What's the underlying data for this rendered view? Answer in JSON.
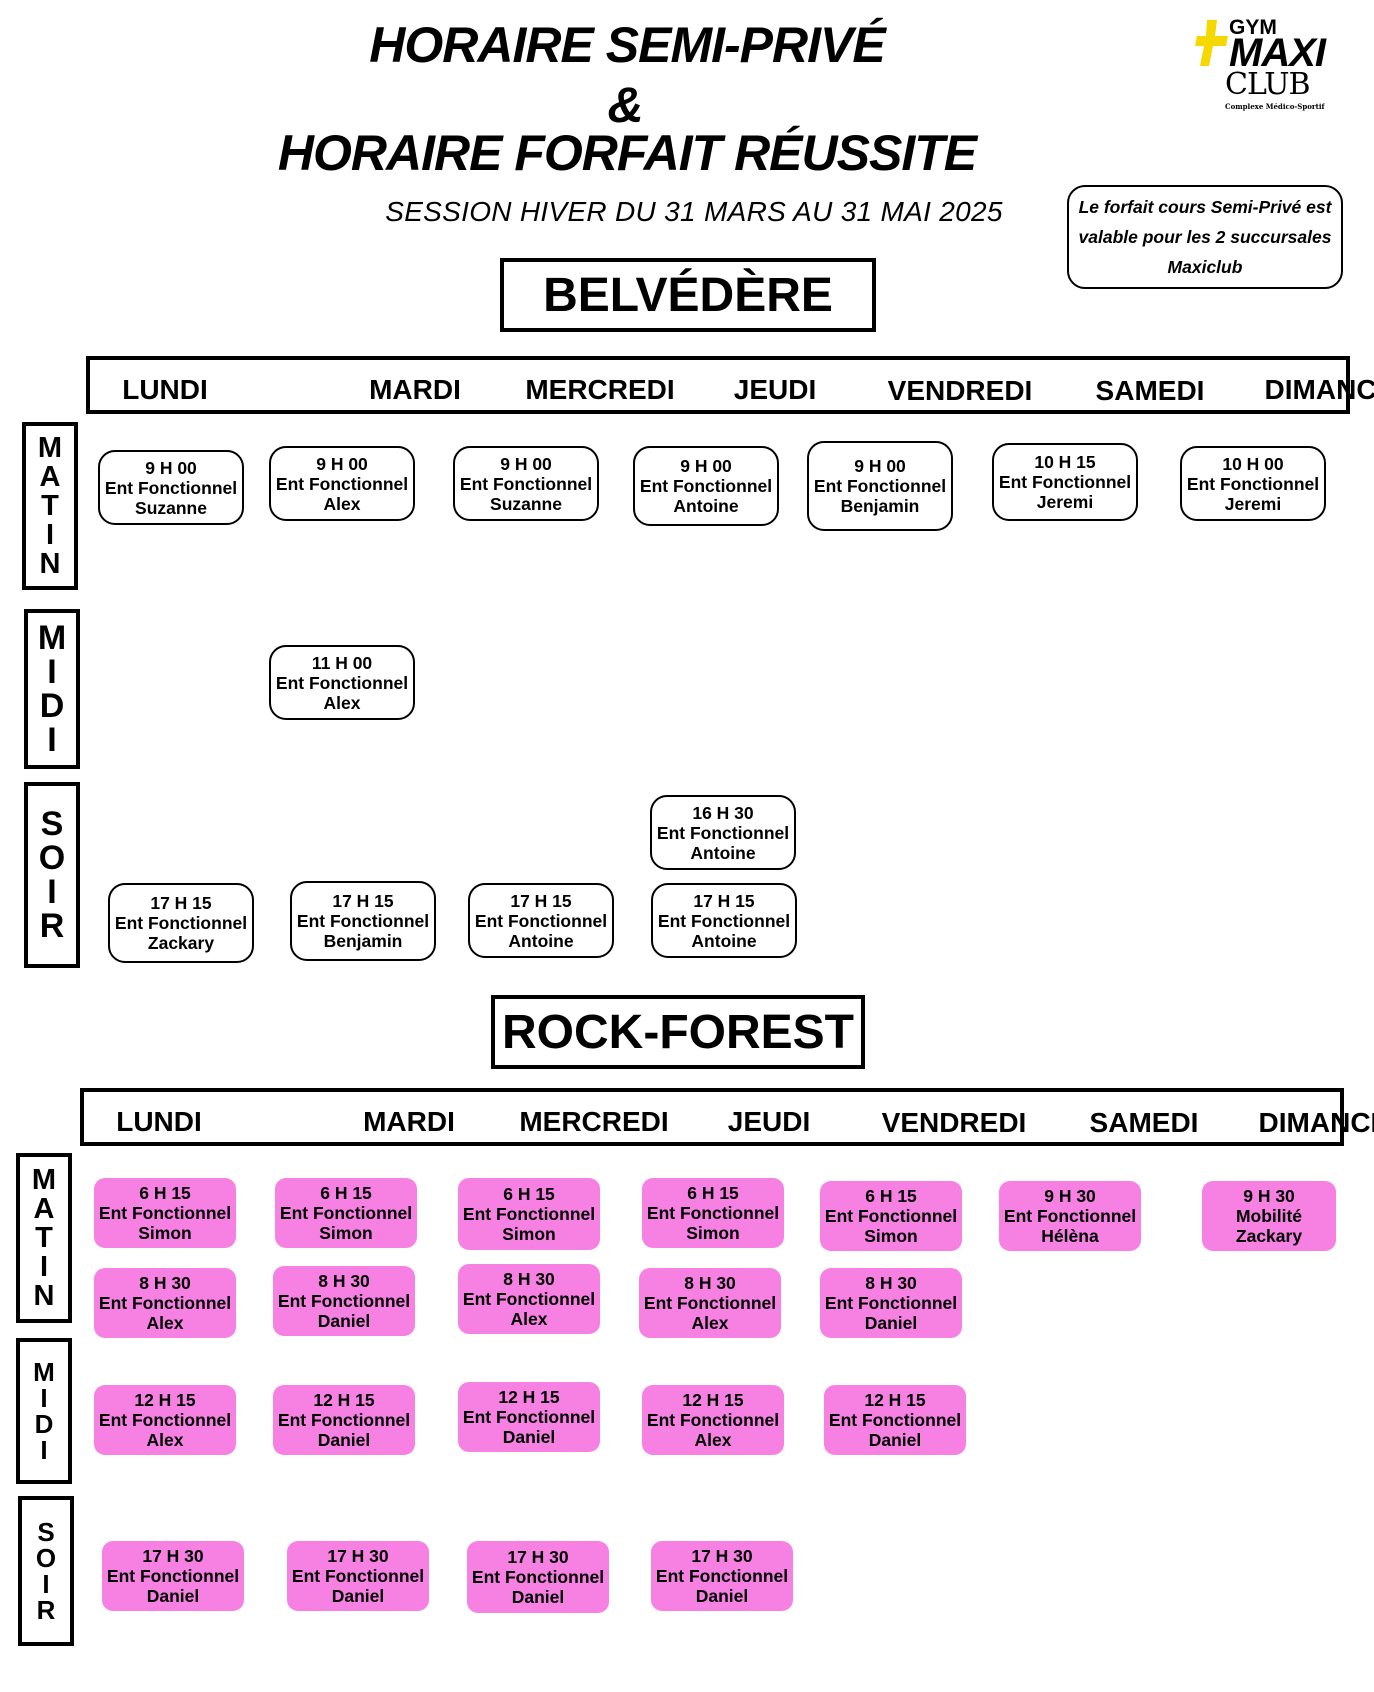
{
  "header": {
    "title_line1": "HORAIRE SEMI-PRIVÉ",
    "title_line2": "&",
    "title_line3": "HORAIRE FORFAIT RÉUSSITE",
    "session": "SESSION HIVER DU 31 MARS AU 31 MAI 2025",
    "note": "Le forfait cours Semi-Privé est valable pour les 2 succursales Maxiclub",
    "logo": {
      "gym": "GYM",
      "maxi": "MAXI",
      "club": "CLUB",
      "tagline": "Complexe Médico-Sportif",
      "accent": "#f5d800"
    }
  },
  "days": [
    "LUNDI",
    "MARDI",
    "MERCREDI",
    "JEUDI",
    "VENDREDI",
    "SAMEDI",
    "DIMANCHE"
  ],
  "periods": {
    "matin": [
      "M",
      "A",
      "T",
      "I",
      "N"
    ],
    "midi": [
      "M",
      "I",
      "D",
      "I"
    ],
    "soir": [
      "S",
      "O",
      "I",
      "R"
    ]
  },
  "belvedere": {
    "name": "BELVÉDÈRE",
    "slot_color": "#ffffff",
    "slots": [
      {
        "day": "LUNDI",
        "period": "MATIN",
        "time": "9 H 00",
        "type": "Ent Fonctionnel",
        "coach": "Suzanne"
      },
      {
        "day": "MARDI",
        "period": "MATIN",
        "time": "9 H 00",
        "type": "Ent Fonctionnel",
        "coach": "Alex"
      },
      {
        "day": "MERCREDI",
        "period": "MATIN",
        "time": "9 H 00",
        "type": "Ent Fonctionnel",
        "coach": "Suzanne"
      },
      {
        "day": "JEUDI",
        "period": "MATIN",
        "time": "9 H 00",
        "type": "Ent Fonctionnel",
        "coach": "Antoine"
      },
      {
        "day": "VENDREDI",
        "period": "MATIN",
        "time": "9 H 00",
        "type": "Ent Fonctionnel",
        "coach": "Benjamin"
      },
      {
        "day": "SAMEDI",
        "period": "MATIN",
        "time": "10 H 15",
        "type": "Ent Fonctionnel",
        "coach": "Jeremi"
      },
      {
        "day": "DIMANCHE",
        "period": "MATIN",
        "time": "10 H 00",
        "type": "Ent Fonctionnel",
        "coach": "Jeremi"
      },
      {
        "day": "MARDI",
        "period": "MIDI",
        "time": "11 H 00",
        "type": "Ent Fonctionnel",
        "coach": "Alex"
      },
      {
        "day": "JEUDI",
        "period": "SOIR",
        "time": "16 H 30",
        "type": "Ent Fonctionnel",
        "coach": "Antoine"
      },
      {
        "day": "LUNDI",
        "period": "SOIR",
        "time": "17 H 15",
        "type": "Ent Fonctionnel",
        "coach": "Zackary"
      },
      {
        "day": "MARDI",
        "period": "SOIR",
        "time": "17 H 15",
        "type": "Ent Fonctionnel",
        "coach": "Benjamin"
      },
      {
        "day": "MERCREDI",
        "period": "SOIR",
        "time": "17 H 15",
        "type": "Ent Fonctionnel",
        "coach": "Antoine"
      },
      {
        "day": "JEUDI",
        "period": "SOIR",
        "time": "17 H 15",
        "type": "Ent Fonctionnel",
        "coach": "Antoine"
      }
    ]
  },
  "rockforest": {
    "name": "ROCK-FOREST",
    "slot_color": "#f781e3",
    "slots": [
      {
        "day": "LUNDI",
        "period": "MATIN",
        "time": "6 H 15",
        "type": "Ent Fonctionnel",
        "coach": "Simon"
      },
      {
        "day": "MARDI",
        "period": "MATIN",
        "time": "6 H 15",
        "type": "Ent Fonctionnel",
        "coach": "Simon"
      },
      {
        "day": "MERCREDI",
        "period": "MATIN",
        "time": "6 H 15",
        "type": "Ent Fonctionnel",
        "coach": "Simon"
      },
      {
        "day": "JEUDI",
        "period": "MATIN",
        "time": "6 H 15",
        "type": "Ent Fonctionnel",
        "coach": "Simon"
      },
      {
        "day": "VENDREDI",
        "period": "MATIN",
        "time": "6 H 15",
        "type": "Ent Fonctionnel",
        "coach": "Simon"
      },
      {
        "day": "SAMEDI",
        "period": "MATIN",
        "time": "9 H 30",
        "type": "Ent Fonctionnel",
        "coach": "Hélèna"
      },
      {
        "day": "DIMANCHE",
        "period": "MATIN",
        "time": "9 H 30",
        "type": "Mobilité",
        "coach": "Zackary"
      },
      {
        "day": "LUNDI",
        "period": "MATIN",
        "time": "8 H 30",
        "type": "Ent Fonctionnel",
        "coach": "Alex"
      },
      {
        "day": "MARDI",
        "period": "MATIN",
        "time": "8 H 30",
        "type": "Ent Fonctionnel",
        "coach": "Daniel"
      },
      {
        "day": "MERCREDI",
        "period": "MATIN",
        "time": "8 H 30",
        "type": "Ent Fonctionnel",
        "coach": "Alex"
      },
      {
        "day": "JEUDI",
        "period": "MATIN",
        "time": "8 H 30",
        "type": "Ent Fonctionnel",
        "coach": "Alex"
      },
      {
        "day": "VENDREDI",
        "period": "MATIN",
        "time": "8 H 30",
        "type": "Ent Fonctionnel",
        "coach": "Daniel"
      },
      {
        "day": "LUNDI",
        "period": "MIDI",
        "time": "12 H 15",
        "type": "Ent Fonctionnel",
        "coach": "Alex"
      },
      {
        "day": "MARDI",
        "period": "MIDI",
        "time": "12 H 15",
        "type": "Ent Fonctionnel",
        "coach": "Daniel"
      },
      {
        "day": "MERCREDI",
        "period": "MIDI",
        "time": "12 H 15",
        "type": "Ent Fonctionnel",
        "coach": "Daniel"
      },
      {
        "day": "JEUDI",
        "period": "MIDI",
        "time": "12 H 15",
        "type": "Ent Fonctionnel",
        "coach": "Alex"
      },
      {
        "day": "VENDREDI",
        "period": "MIDI",
        "time": "12 H 15",
        "type": "Ent Fonctionnel",
        "coach": "Daniel"
      },
      {
        "day": "LUNDI",
        "period": "SOIR",
        "time": "17 H 30",
        "type": "Ent Fonctionnel",
        "coach": "Daniel"
      },
      {
        "day": "MARDI",
        "period": "SOIR",
        "time": "17 H 30",
        "type": "Ent Fonctionnel",
        "coach": "Daniel"
      },
      {
        "day": "MERCREDI",
        "period": "SOIR",
        "time": "17 H 30",
        "type": "Ent Fonctionnel",
        "coach": "Daniel"
      },
      {
        "day": "JEUDI",
        "period": "SOIR",
        "time": "17 H 30",
        "type": "Ent Fonctionnel",
        "coach": "Daniel"
      }
    ]
  }
}
